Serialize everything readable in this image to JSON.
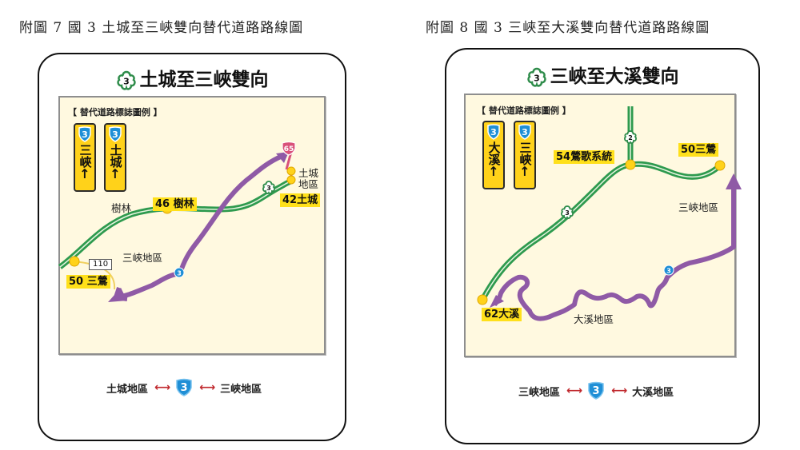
{
  "figures": [
    {
      "caption": "附圖 7  國 3 土城至三峽雙向替代道路路線圖",
      "panel_title": "土城至三峽雙向",
      "title_route_number": "3",
      "legend_title": "【 替代道路標誌圖例 】",
      "legend_signs": [
        {
          "shield_number": "3",
          "destination": "三峽",
          "arrow": "↑"
        },
        {
          "shield_number": "3",
          "destination": "土城",
          "arrow": "↑"
        }
      ],
      "map_labels": {
        "shulin_area": "樹林",
        "interchange_46": "46 樹林",
        "interchange_42": "42土城",
        "interchange_50": "50 三鶯",
        "tucheng_area": "土城\n地區",
        "tucheng_line1": "土城",
        "tucheng_line2": "地區",
        "sanxia_area": "三峽地區",
        "route_110": "110",
        "route_65": "65",
        "freeway_shield": "3",
        "alt_shield": "3"
      },
      "footer": {
        "from": "土城地區",
        "shield_number": "3",
        "to": "三峽地區",
        "arrow": "⟷"
      }
    },
    {
      "caption": "附圖 8  國 3 三峽至大溪雙向替代道路路線圖",
      "panel_title": "三峽至大溪雙向",
      "title_route_number": "3",
      "legend_title": "【 替代道路標誌圖例 】",
      "legend_signs": [
        {
          "shield_number": "3",
          "destination": "大溪",
          "arrow": "↑"
        },
        {
          "shield_number": "3",
          "destination": "三峽",
          "arrow": "↑"
        }
      ],
      "map_labels": {
        "interchange_54": "54鶯歌系統",
        "interchange_50": "50三鶯",
        "interchange_62": "62大溪",
        "sanxia_area": "三峽地區",
        "daxi_area": "大溪地區",
        "freeway2_shield": "2",
        "freeway_shield": "3",
        "alt_shield": "3"
      },
      "footer": {
        "from": "三峽地區",
        "shield_number": "3",
        "to": "大溪地區",
        "arrow": "⟷"
      }
    }
  ],
  "colors": {
    "freeway_green": "#2e9a4e",
    "alt_route_purple": "#8f5aa6",
    "interchange_yellow": "#ffd21a",
    "map_background": "#fff9e0",
    "shield_blue": "#1f8fd6",
    "route65_pink": "#d9517a",
    "arrow_red": "#c0282d"
  }
}
